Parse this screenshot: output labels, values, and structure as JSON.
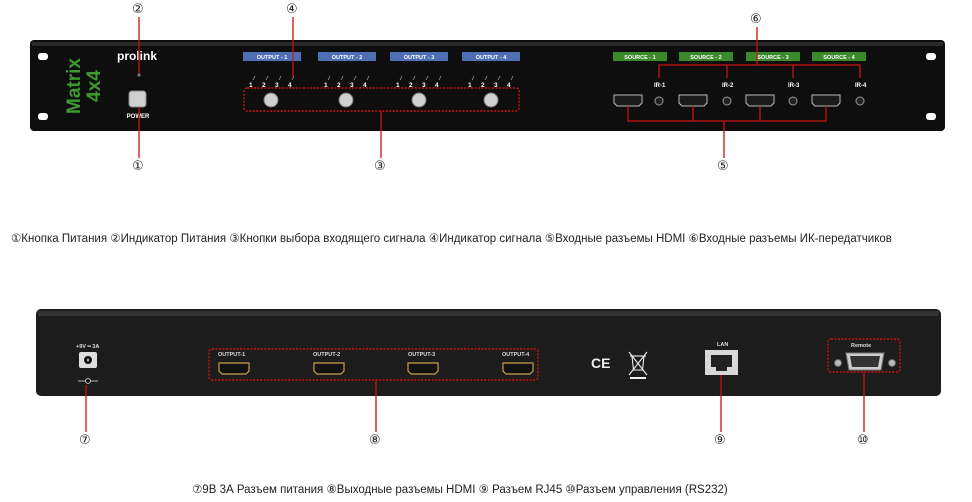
{
  "front": {
    "brand": "prolink",
    "model_line1": "Matrix",
    "model_line2": "4x4",
    "power_label": "POWER",
    "outputs": [
      "OUTPUT - 1",
      "OUTPUT - 2",
      "OUTPUT - 3",
      "OUTPUT - 4"
    ],
    "sources": [
      "SOURCE - 1",
      "SOURCE - 2",
      "SOURCE - 3",
      "SOURCE - 4"
    ],
    "ir_labels": [
      "IR-1",
      "IR-2",
      "IR-3",
      "IR-4"
    ],
    "led_numbers": [
      "1",
      "2",
      "3",
      "4"
    ],
    "callouts": [
      "①",
      "②",
      "③",
      "④",
      "⑤",
      "⑥"
    ],
    "caption": "①Кнопка Питания   ②Индикатор Питания  ③Кнопки выбора входящего сигнала  ④Индикатор сигнала   ⑤Входные разъемы HDMI  ⑥Входные разъемы ИК-передатчиков",
    "colors": {
      "panel": "#111111",
      "output_tab": "#4f6fb5",
      "source_tab": "#3a8a2c",
      "model_text": "#3c9a2e",
      "annotation": "#cc1111"
    }
  },
  "back": {
    "power_spec": "+9V ━ 3A",
    "outputs": [
      "OUTPUT-1",
      "OUTPUT-2",
      "OUTPUT-3",
      "OUTPUT-4"
    ],
    "lan_label": "LAN",
    "remote_label": "Remote",
    "ce_mark": "CE",
    "callouts": [
      "⑦",
      "⑧",
      "⑨",
      "⑩"
    ],
    "caption": "⑦9В 3А Разъем питания   ⑧Выходные разъемы HDMI   ⑨ Разъем RJ45   ⑩Разъем управления (RS232)"
  }
}
